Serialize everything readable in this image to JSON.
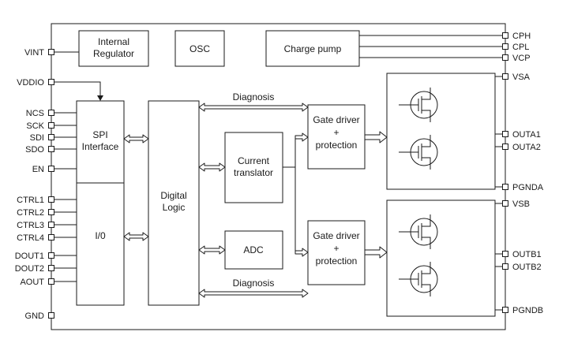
{
  "diagram": {
    "pins": {
      "left": [
        "VINT",
        "VDDIO",
        "NCS",
        "SCK",
        "SDI",
        "SDO",
        "EN",
        "CTRL1",
        "CTRL2",
        "CTRL3",
        "CTRL4",
        "DOUT1",
        "DOUT2",
        "AOUT",
        "GND"
      ],
      "right": [
        "CPH",
        "CPL",
        "VCP",
        "VSA",
        "OUTA1",
        "OUTA2",
        "PGNDA",
        "VSB",
        "OUTB1",
        "OUTB2",
        "PGNDB"
      ]
    },
    "blocks": {
      "internal_regulator": {
        "line1": "Internal",
        "line2": "Regulator"
      },
      "osc": {
        "label": "OSC"
      },
      "charge_pump": {
        "label": "Charge pump"
      },
      "spi_interface": {
        "line1": "SPI",
        "line2": "Interface"
      },
      "io": {
        "label": "I/0"
      },
      "digital_logic": {
        "line1": "Digital",
        "line2": "Logic"
      },
      "current_translator": {
        "line1": "Current",
        "line2": "translator"
      },
      "adc": {
        "label": "ADC"
      },
      "gate_driver_a": {
        "line1": "Gate driver",
        "line2": "+",
        "line3": "protection"
      },
      "gate_driver_b": {
        "line1": "Gate driver",
        "line2": "+",
        "line3": "protection"
      }
    },
    "annotations": {
      "diagnosis_top": "Diagnosis",
      "diagnosis_bottom": "Diagnosis"
    },
    "colors": {
      "line": "#1a1a1a",
      "background": "#ffffff",
      "block_fill": "#ffffff"
    }
  }
}
